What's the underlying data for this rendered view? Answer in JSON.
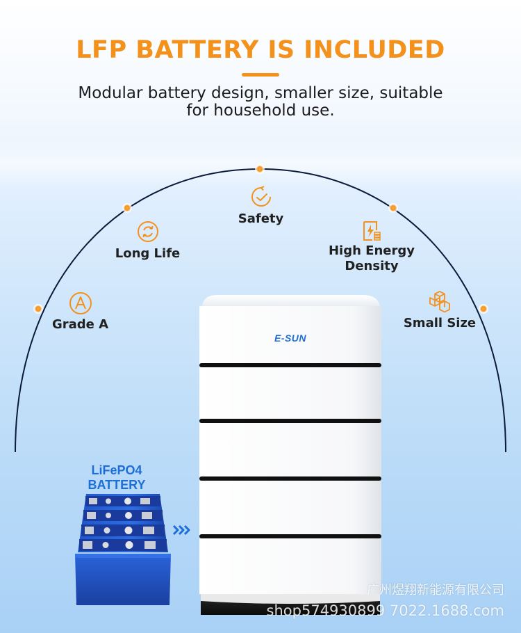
{
  "header": {
    "title": "LFP BATTERY IS INCLUDED",
    "subtitle_line1": "Modular battery design, smaller size, suitable",
    "subtitle_line2": "for household use."
  },
  "features": [
    {
      "label": "Grade A",
      "icon": "grade-a-icon"
    },
    {
      "label": "Long Life",
      "icon": "recycle-arrows-icon"
    },
    {
      "label": "Safety",
      "icon": "safety-clock-icon"
    },
    {
      "label_line1": "High Energy",
      "label_line2": "Density",
      "icon": "energy-bolt-icon"
    },
    {
      "label": "Small Size",
      "icon": "stacked-boxes-icon"
    }
  ],
  "product": {
    "brand": "E-SUN",
    "cells_label_line1": "LiFePO4",
    "cells_label_line2": "BATTERY"
  },
  "watermark": {
    "company": "广州煜翔新能源有限公司",
    "shop": "shop574930899 7022.1688.com"
  },
  "colors": {
    "accent": "#f3911b",
    "arc": "#0b1a3a",
    "brand_blue": "#1d6fd6",
    "brand_green": "#2e9a3e"
  }
}
